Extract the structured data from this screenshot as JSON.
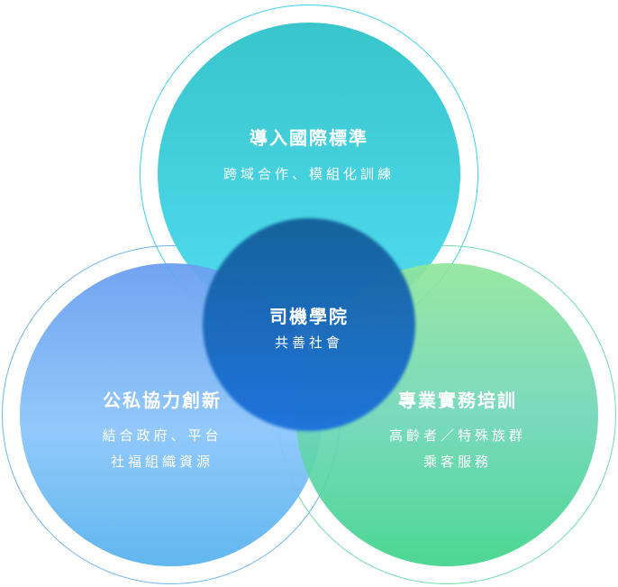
{
  "top": {
    "title": "導入國際標準",
    "lines": [
      "跨域合作、模組化訓練"
    ]
  },
  "left": {
    "title": "公私協力創新",
    "lines": [
      "結合政府、平台",
      "社福組織資源"
    ]
  },
  "right": {
    "title": "專業實務培訓",
    "lines": [
      "高齡者／特殊族群",
      "乘客服務"
    ]
  },
  "center": {
    "title": "司機學院",
    "lines": [
      "共善社會"
    ]
  },
  "colors": {
    "top": "#45cfe0",
    "left": "#7ab8f5",
    "right": "#5ed8a0",
    "center": "#1565c0"
  }
}
